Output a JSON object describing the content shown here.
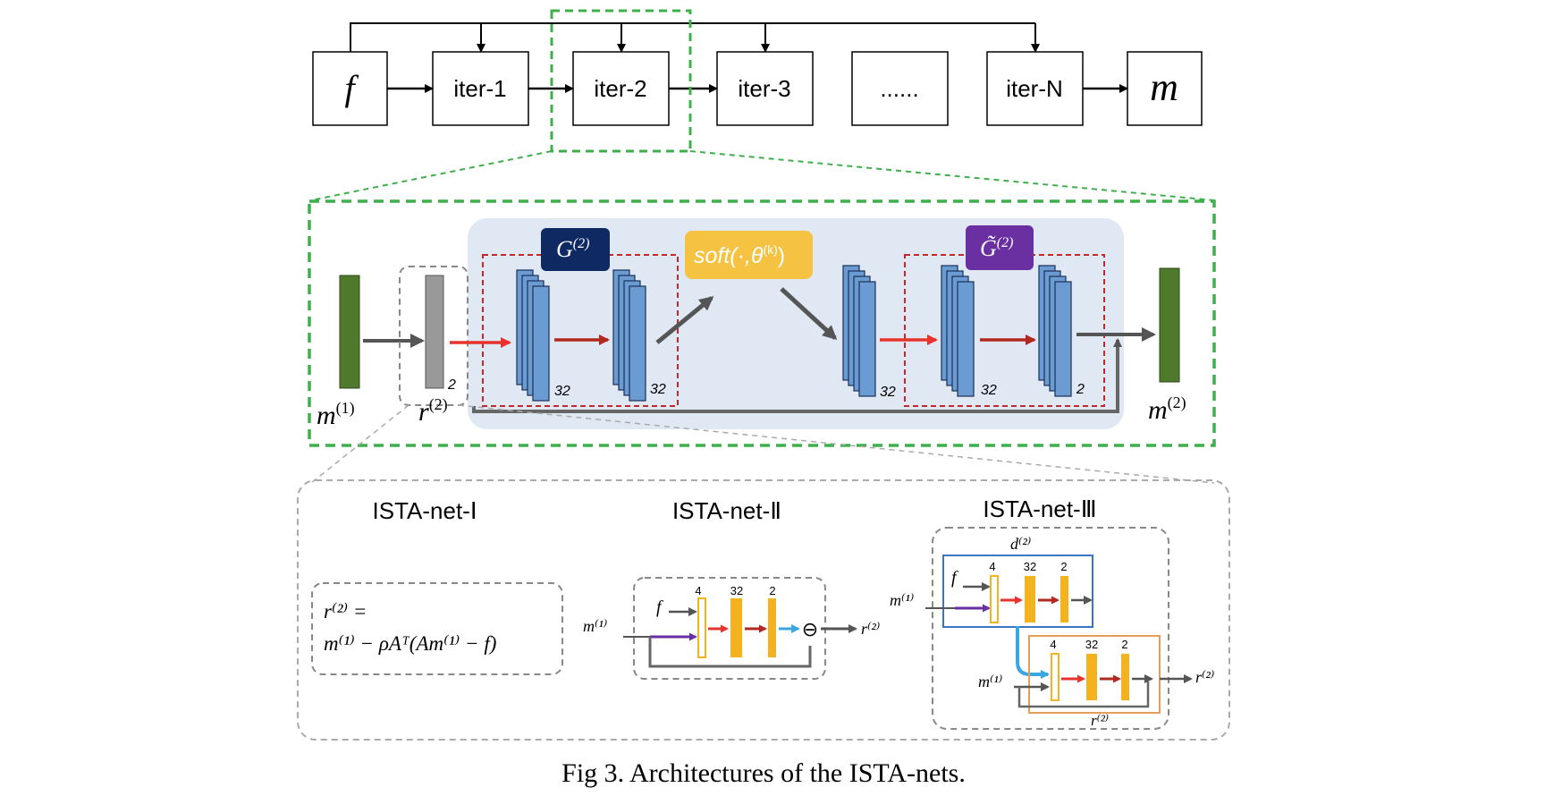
{
  "pipeline": {
    "input": "f",
    "iters": [
      "iter-1",
      "iter-2",
      "iter-3",
      "......",
      "iter-N"
    ],
    "output": "m"
  },
  "detail": {
    "m_in": "m",
    "m_in_sup": "(1)",
    "r": "r",
    "r_sup": "(2)",
    "r_channels": "2",
    "G_label": "G",
    "G_sup": "(2)",
    "soft_label": "soft(·,θ",
    "soft_sup": "(k)",
    "soft_close": ")",
    "Gt_label": "G̃",
    "Gt_sup": "(2)",
    "ch1": "32",
    "ch2": "32",
    "ch3": "32",
    "ch4": "32",
    "ch5": "2",
    "m_out": "m",
    "m_out_sup": "(2)"
  },
  "nets": {
    "net1": {
      "title": "ISTA-net-Ⅰ",
      "formula_line1": "r⁽²⁾ =",
      "formula_line2": "m⁽¹⁾ − ρAᵀ(Am⁽¹⁾ − f)"
    },
    "net2": {
      "title": "ISTA-net-Ⅱ",
      "m_in": "m⁽¹⁾",
      "f": "f",
      "c1": "4",
      "c2": "32",
      "c3": "2",
      "minus": "⊖",
      "r_out": "r⁽²⁾"
    },
    "net3": {
      "title": "ISTA-net-Ⅲ",
      "d_label": "d⁽²⁾",
      "m_in_top": "m⁽¹⁾",
      "f": "f",
      "c1": "4",
      "c2": "32",
      "c3": "2",
      "m_in_bottom": "m⁽¹⁾",
      "b1": "4",
      "b2": "32",
      "b3": "2",
      "r_inner": "r⁽²⁾",
      "r_out": "r⁽²⁾"
    }
  },
  "caption": "Fig 3. Architectures of the ISTA-nets.",
  "colors": {
    "green_dash": "#3db04b",
    "blue_panel": "#dfe8f3",
    "layer_blue": "#6a9bd3",
    "dark_green": "#4f7a2c",
    "red_arrow": "#e8332c",
    "dark_red_arrow": "#b2281f",
    "purple": "#6a2fa0",
    "navy": "#0f2a63",
    "soft_yellow": "#f5c242",
    "orange_bar": "#f5b21f",
    "light_blue_arrow": "#3aa7e0"
  }
}
